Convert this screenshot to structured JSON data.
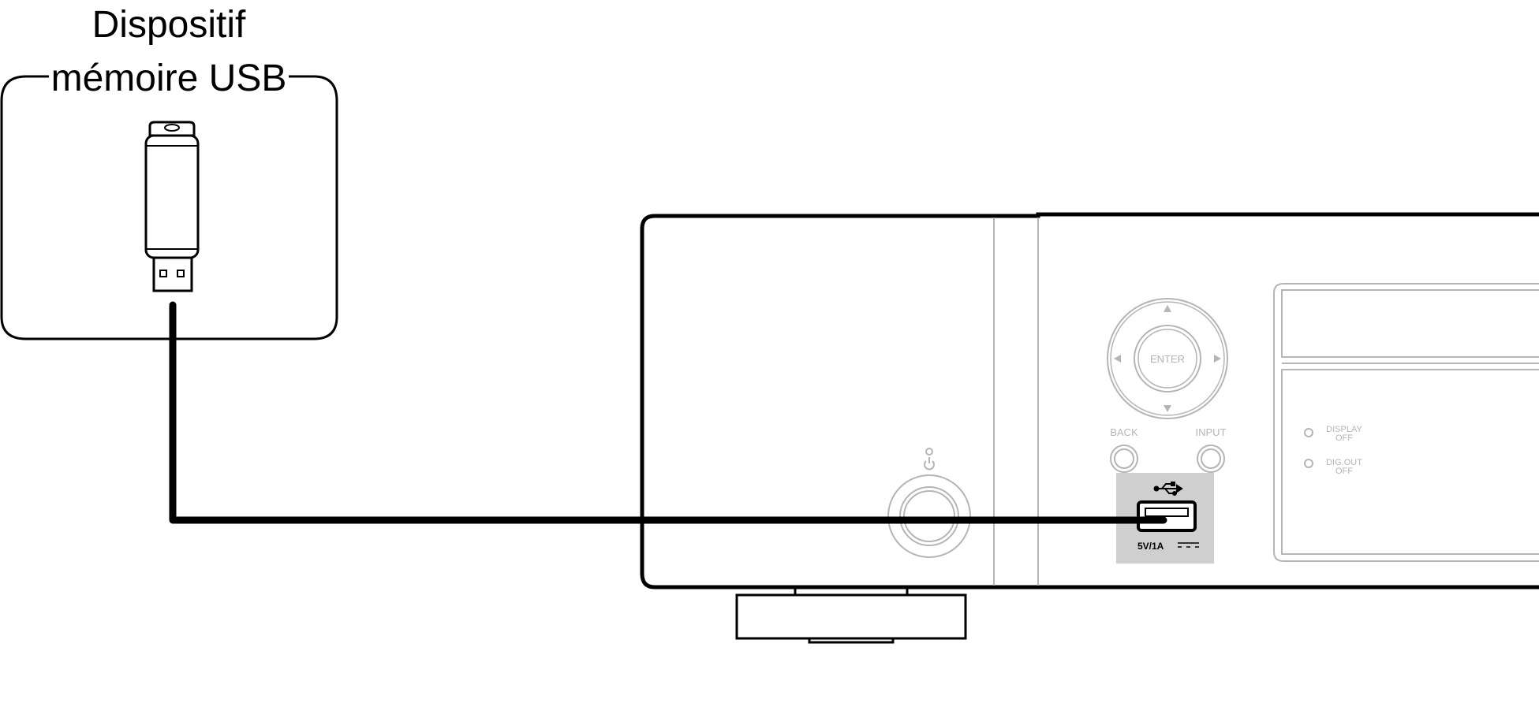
{
  "usb_device": {
    "label_line1": "Dispositif",
    "label_line2": "mémoire USB"
  },
  "front_panel": {
    "enter_label": "ENTER",
    "back_label": "BACK",
    "input_label": "INPUT",
    "display_off_line1": "DISPLAY",
    "display_off_line2": "OFF",
    "dig_out_off_line1": "DIG.OUT",
    "dig_out_off_line2": "OFF",
    "usb_port_rating": "5V/1A"
  },
  "colors": {
    "outline": "#000000",
    "panel_detail": "#b5b5b5",
    "usb_highlight": "#cfcfcf"
  }
}
